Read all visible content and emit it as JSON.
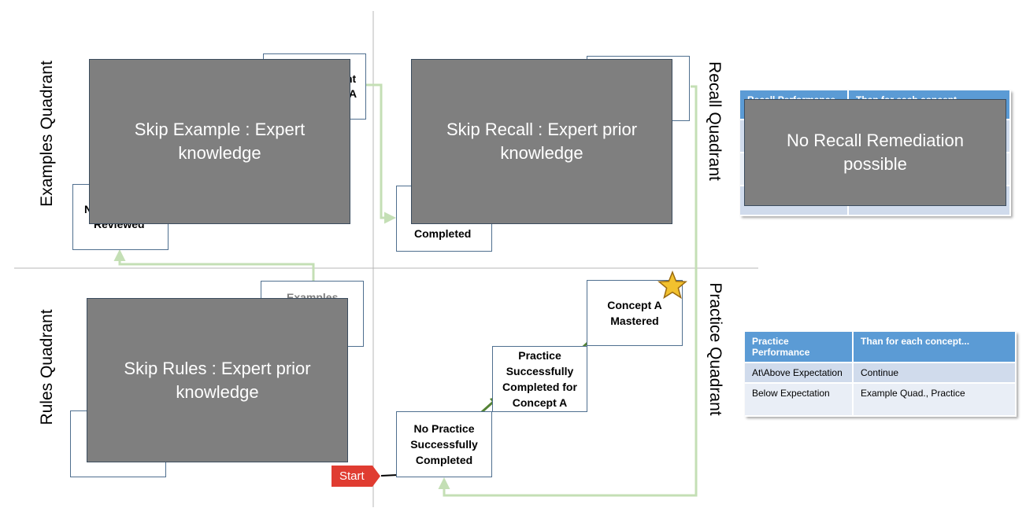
{
  "quadrants": {
    "examples": "Examples Quadrant",
    "recall": "Recall Quadrant",
    "rules": "Rules Quadrant",
    "practice": "Practice Quadrant"
  },
  "boxes": {
    "examples_reviewed_partial": "Reviewed",
    "examples_reviewed_letter": "N",
    "example_complete_partial_1": "nt",
    "example_complete_partial_2": "A",
    "recall_completed_partial": "Completed",
    "rules_examples_partial": "Examples",
    "no_practice": "No Practice Successfully Completed",
    "practice_done": "Practice Successfully Completed for Concept A",
    "mastered": "Concept A Mastered"
  },
  "overlays": {
    "skip_example": "Skip Example : Expert knowledge",
    "skip_recall": "Skip Recall : Expert prior knowledge",
    "no_recall_remediation": "No Recall Remediation possible",
    "skip_rules": "Skip Rules : Expert prior knowledge"
  },
  "start_label": "Start",
  "recall_table": {
    "header_1": "Recall Performance",
    "header_2": "Than for each concept..."
  },
  "practice_table": {
    "header_1": "Practice Performance",
    "header_2": "Than for each concept...",
    "rows": [
      [
        "At\\Above Expectation",
        "Continue"
      ],
      [
        "Below Expectation",
        "Example Quad., Practice"
      ]
    ]
  },
  "colors": {
    "overlay": "#7f7f7f",
    "flow_line": "#c4dfb5",
    "step_arrow": "#548235",
    "table_header": "#5b9bd5",
    "start": "#e03c31",
    "star": "#f2c12e"
  },
  "icons": {
    "mastery": "star-icon"
  }
}
